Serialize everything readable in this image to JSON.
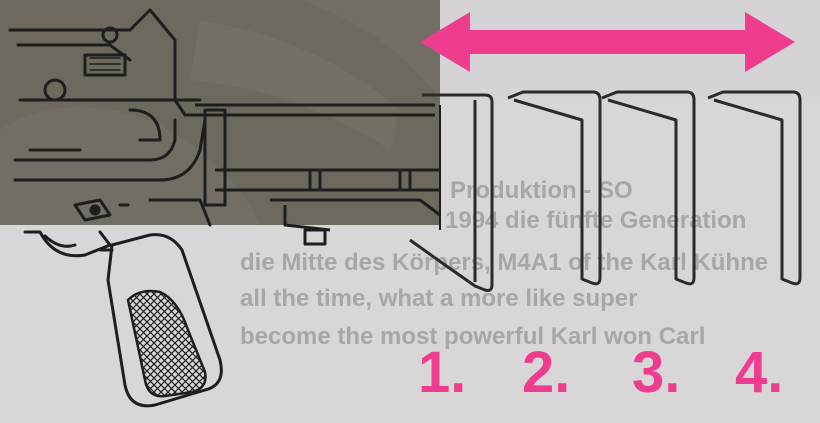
{
  "diagram": {
    "positions": [
      {
        "label": "1."
      },
      {
        "label": "2."
      },
      {
        "label": "3."
      },
      {
        "label": "4."
      }
    ],
    "background_text": [
      "Produktion - SO",
      "1994 die fünfte Generation",
      "die Mitte des Körpers, M4A1 of the Karl Kühne",
      "all the time, what a more like super",
      "become the most powerful Karl won Carl"
    ]
  },
  "colors": {
    "accent": "#ee3d8f",
    "line": "#2b2b2b",
    "background": "#d9d6d8",
    "photo_overlay": "#5a564a"
  }
}
